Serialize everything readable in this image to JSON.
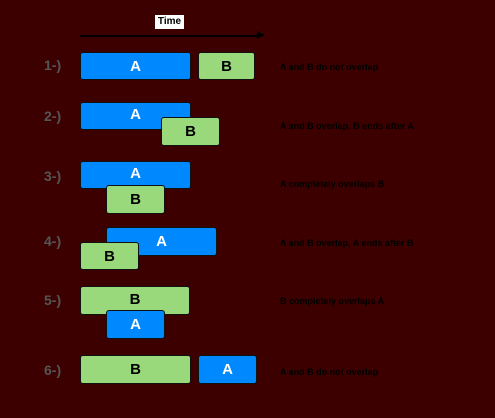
{
  "time_label": "Time",
  "rows": [
    {
      "num": "1-)",
      "first": "A",
      "second": "B",
      "description": "A and B do not overlap"
    },
    {
      "num": "2-)",
      "first": "A",
      "second": "B",
      "description": "A and B overlap, B ends after A"
    },
    {
      "num": "3-)",
      "first": "A",
      "second": "B",
      "description": "A completely overlaps B"
    },
    {
      "num": "4-)",
      "first": "A",
      "second": "B",
      "description": "A and B overlap, A ends after B"
    },
    {
      "num": "5-)",
      "first": "B",
      "second": "A",
      "description": "B completely overlaps A"
    },
    {
      "num": "6-)",
      "first": "B",
      "second": "A",
      "description": "A and B do not overlap"
    }
  ],
  "colors": {
    "background": "#3d0000",
    "blue": "#0088ff",
    "green": "#99d97c"
  }
}
